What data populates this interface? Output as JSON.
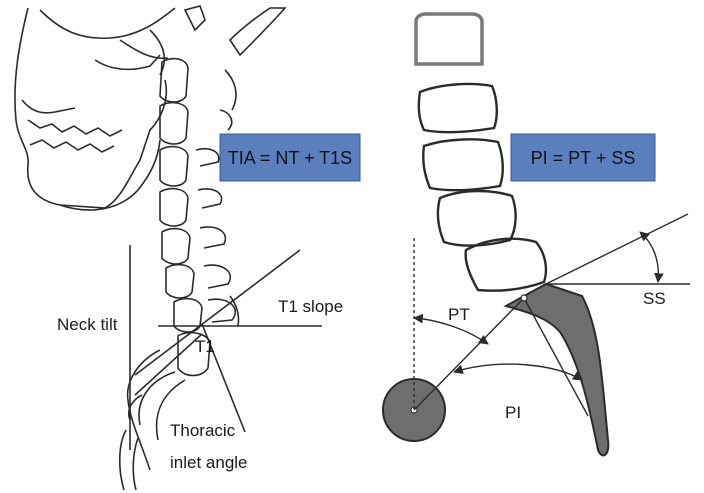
{
  "colors": {
    "formula_box_fill": "#5b7fbd",
    "formula_box_stroke": "#3a5a94",
    "line": "#2b2b2b",
    "pelvis_fill": "#6e6e6e"
  },
  "left_panel": {
    "formula": "TIA = NT + T1S",
    "labels": {
      "neck_tilt": "Neck tilt",
      "t1_slope": "T1 slope",
      "t1": "T1",
      "thoracic_line1": "Thoracic",
      "thoracic_line2": "inlet angle"
    }
  },
  "right_panel": {
    "formula": "PI = PT + SS",
    "labels": {
      "pt": "PT",
      "ss": "SS",
      "pi": "PI"
    }
  }
}
